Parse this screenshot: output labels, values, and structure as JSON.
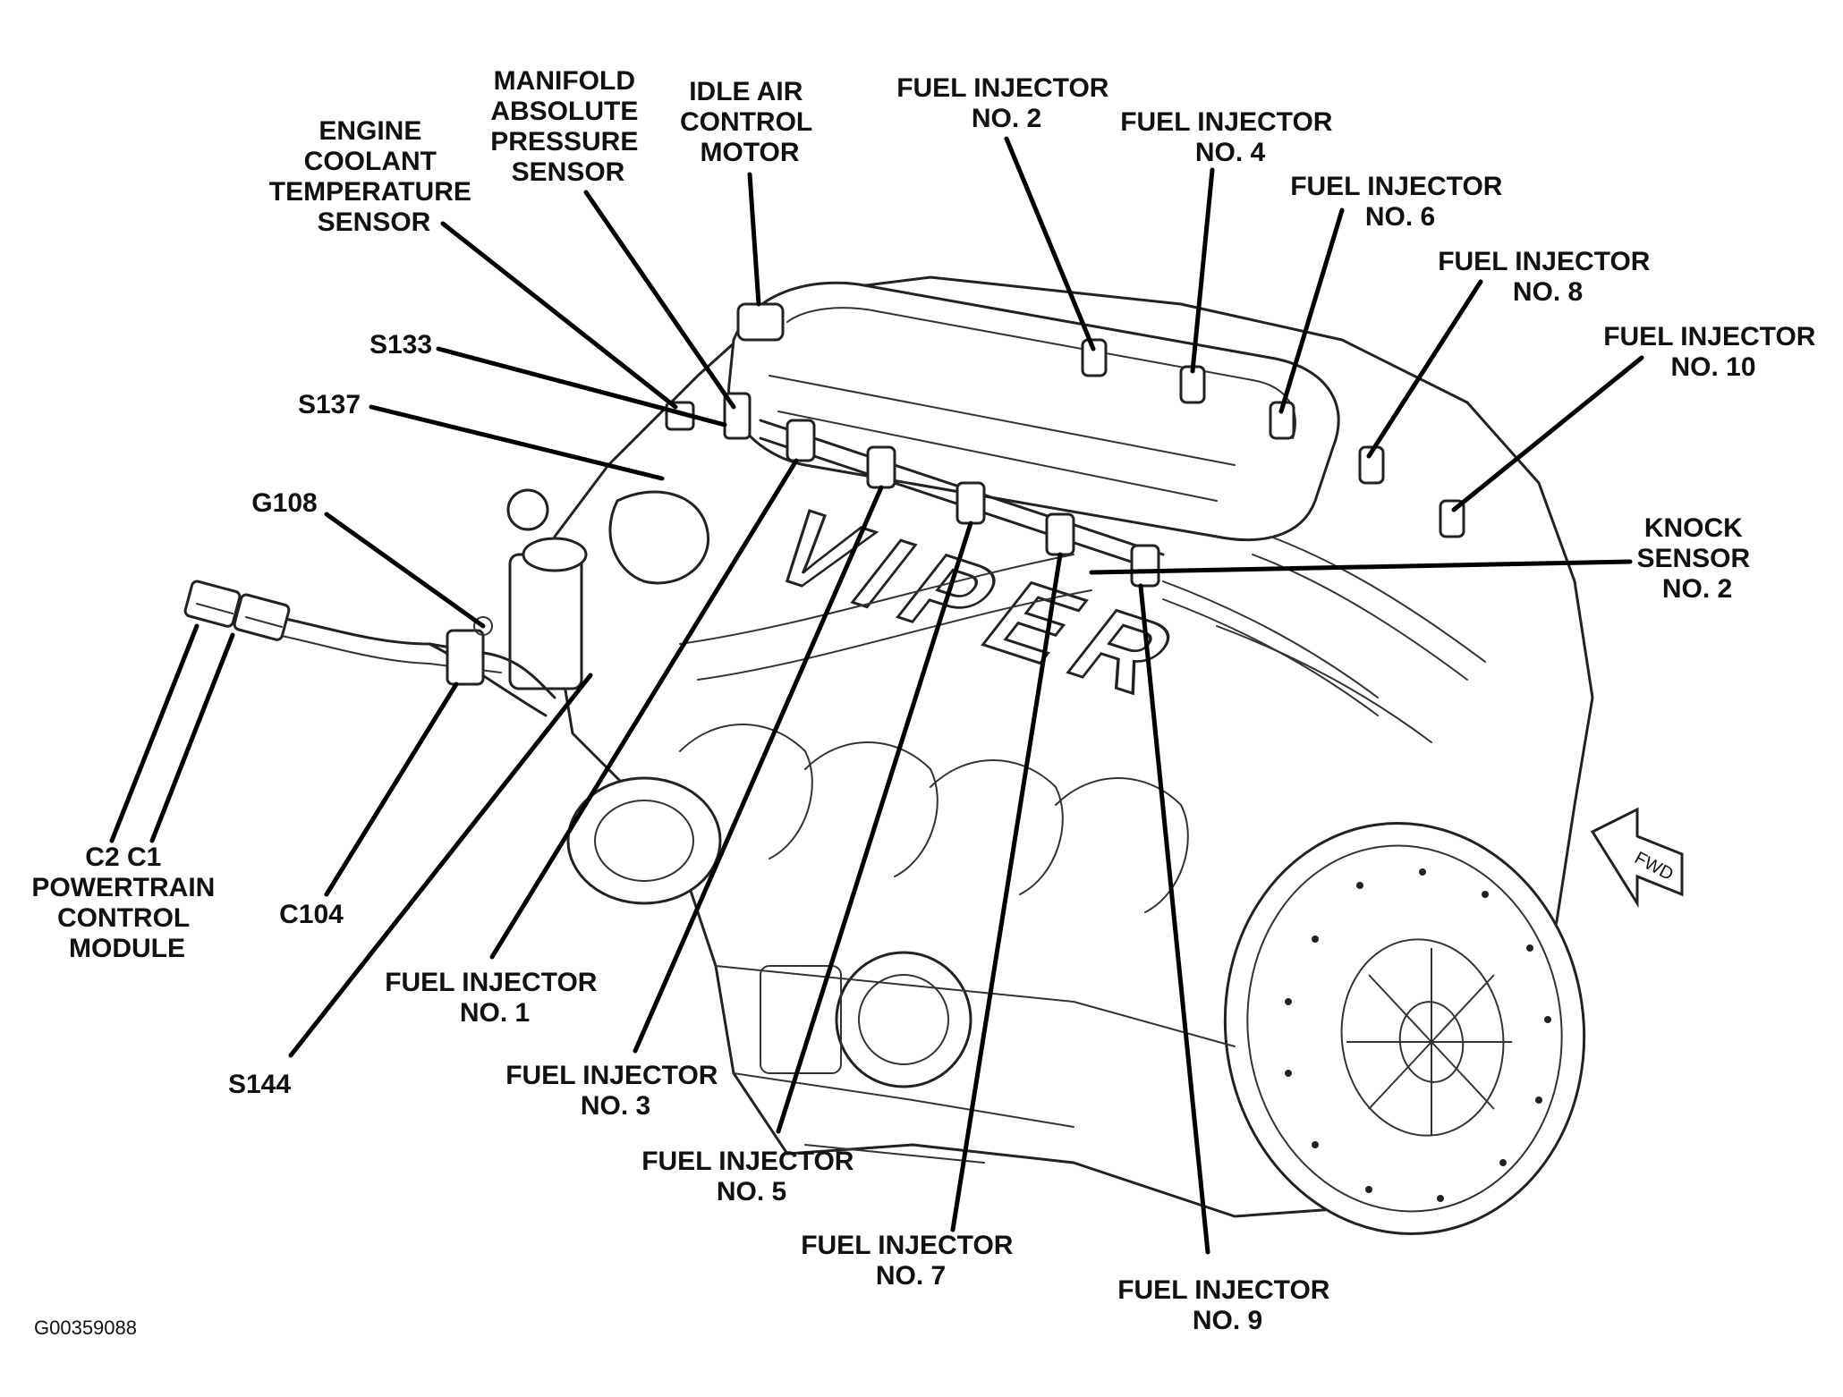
{
  "labels": {
    "manifold_absolute_pressure_sensor": [
      "MANIFOLD",
      "ABSOLUTE",
      "PRESSURE",
      "SENSOR"
    ],
    "idle_air_control_motor": [
      "IDLE AIR",
      "CONTROL",
      "MOTOR"
    ],
    "fuel_injector_2": [
      "FUEL INJECTOR",
      "NO. 2"
    ],
    "fuel_injector_4": [
      "FUEL INJECTOR",
      "NO. 4"
    ],
    "fuel_injector_6": [
      "FUEL INJECTOR",
      "NO. 6"
    ],
    "fuel_injector_8": [
      "FUEL INJECTOR",
      "NO. 8"
    ],
    "fuel_injector_10": [
      "FUEL INJECTOR",
      "NO. 10"
    ],
    "engine_coolant_temperature_sensor": [
      "ENGINE",
      "COOLANT",
      "TEMPERATURE",
      "SENSOR"
    ],
    "s133": [
      "S133"
    ],
    "s137": [
      "S137"
    ],
    "g108": [
      "G108"
    ],
    "knock_sensor_2": [
      "KNOCK",
      "SENSOR",
      "NO. 2"
    ],
    "powertrain_control_module": [
      "C2  C1",
      "POWERTRAIN",
      "CONTROL",
      "MODULE"
    ],
    "c104": [
      "C104"
    ],
    "fuel_injector_1": [
      "FUEL INJECTOR",
      "NO. 1"
    ],
    "s144": [
      "S144"
    ],
    "fuel_injector_3": [
      "FUEL INJECTOR",
      "NO. 3"
    ],
    "fuel_injector_5": [
      "FUEL INJECTOR",
      "NO. 5"
    ],
    "fuel_injector_7": [
      "FUEL INJECTOR",
      "NO. 7"
    ],
    "fuel_injector_9": [
      "FUEL INJECTOR",
      "NO. 9"
    ]
  },
  "fwd_arrow_text": "FWD",
  "figure_id": "G00359088",
  "manifold_lettering": "VIPER",
  "colors": {
    "ink": "#000000",
    "background": "#ffffff"
  }
}
